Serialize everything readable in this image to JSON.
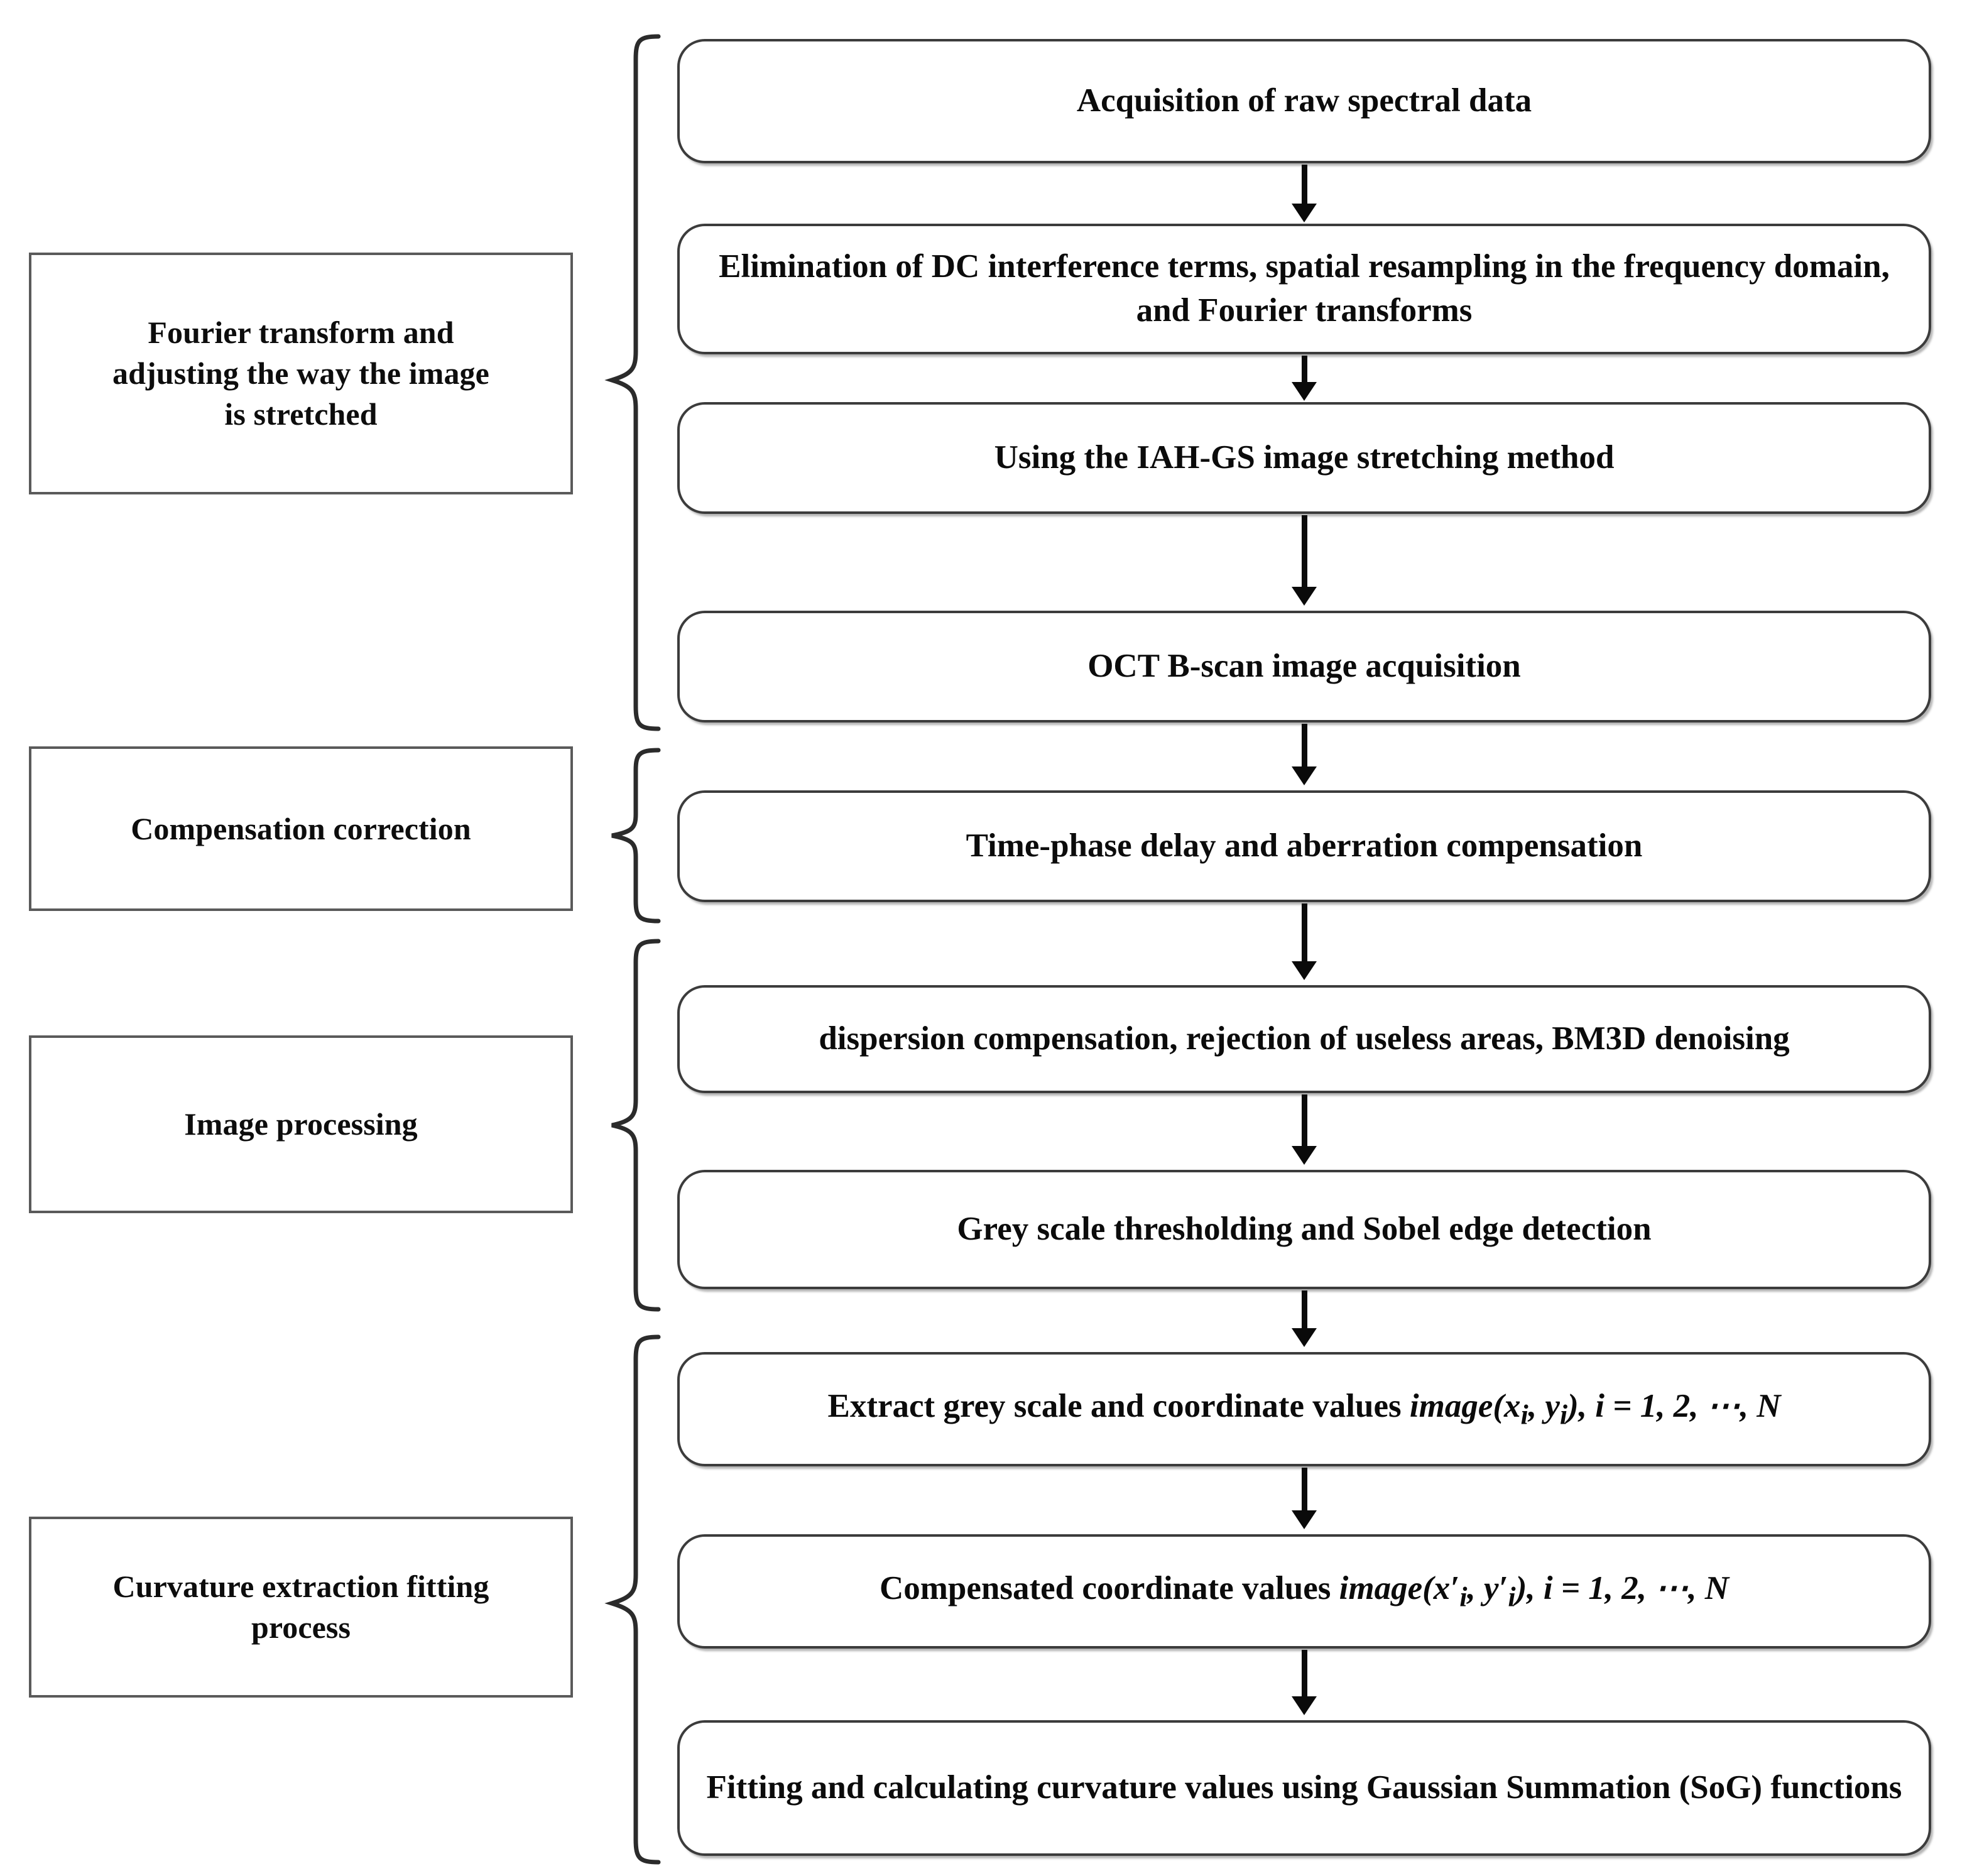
{
  "diagram": {
    "title": "OCT spectral data processing and curvature extraction workflow",
    "stroke_color": "#3c3c3c",
    "text_color": "#0b0b0b",
    "background": "#ffffff"
  },
  "categories": [
    {
      "id": "fourier-transform-stretch",
      "label": "Fourier transform and adjusting the way the image is stretched",
      "lines": [
        "Fourier transform and",
        "adjusting the way the image",
        "is stretched"
      ]
    },
    {
      "id": "compensation-correction",
      "label": "Compensation correction",
      "lines": [
        "Compensation correction"
      ]
    },
    {
      "id": "image-processing",
      "label": "Image processing",
      "lines": [
        "Image processing"
      ]
    },
    {
      "id": "curvature-extraction-fitting-process",
      "label": "Curvature extraction fitting process",
      "lines": [
        "Curvature extraction fitting",
        "process"
      ]
    }
  ],
  "steps": [
    {
      "id": "acquisition-raw-spectral-data",
      "label": "Acquisition of raw spectral data",
      "group": "fourier-transform-stretch"
    },
    {
      "id": "elimination-dc-resampling-fourier",
      "label": "Elimination of DC interference terms, spatial resampling in the frequency domain, and Fourier transforms",
      "group": "fourier-transform-stretch"
    },
    {
      "id": "iah-gs-image-stretching",
      "label": "Using the IAH-GS image stretching method",
      "group": "fourier-transform-stretch"
    },
    {
      "id": "oct-b-scan-image-acquisition",
      "label": "OCT B-scan image acquisition",
      "group": "fourier-transform-stretch"
    },
    {
      "id": "time-phase-delay-aberration-compensation",
      "label": "Time-phase delay and aberration compensation",
      "group": "compensation-correction"
    },
    {
      "id": "dispersion-rejection-bm3d",
      "label": "dispersion compensation, rejection of useless areas, BM3D denoising",
      "group": "image-processing"
    },
    {
      "id": "grey-scale-threshold-sobel",
      "label": "Grey scale thresholding and Sobel edge detection",
      "group": "image-processing"
    },
    {
      "id": "extract-grey-scale-coordinates",
      "label": "Extract grey scale and coordinate values image(x_i, y_i), i = 1, 2, ⋯, N",
      "prefix": "Extract grey scale and coordinate values ",
      "math": {
        "func": "image",
        "open": "(",
        "var1": "x",
        "sub1": "i",
        "prime1": "",
        "sep": ", ",
        "var2": "y",
        "sub2": "i",
        "prime2": "",
        "close": ")",
        "tail": ", i = 1, 2, ⋯, N"
      },
      "group": "curvature-extraction-fitting-process"
    },
    {
      "id": "compensated-coordinate-values",
      "label": "Compensated coordinate values image(x'_i, y'_i), i = 1, 2, ⋯, N",
      "prefix": "Compensated coordinate values ",
      "math": {
        "func": "image",
        "open": "(",
        "var1": "x",
        "sub1": "i",
        "prime1": "′",
        "sep": ", ",
        "var2": "y",
        "sub2": "i",
        "prime2": "′",
        "close": ")",
        "tail": ", i = 1, 2, ⋯, N"
      },
      "group": "curvature-extraction-fitting-process"
    },
    {
      "id": "fitting-curvature-sog",
      "label": "Fitting and calculating curvature values using Gaussian Summation (SoG) functions",
      "lines": [
        "Fitting and calculating curvature values using Gaussian Summation",
        "(SoG) functions"
      ],
      "group": "curvature-extraction-fitting-process"
    }
  ],
  "connectors": {
    "type": "vertical-arrow",
    "count": 9,
    "description": "downward arrows linking consecutive process boxes"
  }
}
